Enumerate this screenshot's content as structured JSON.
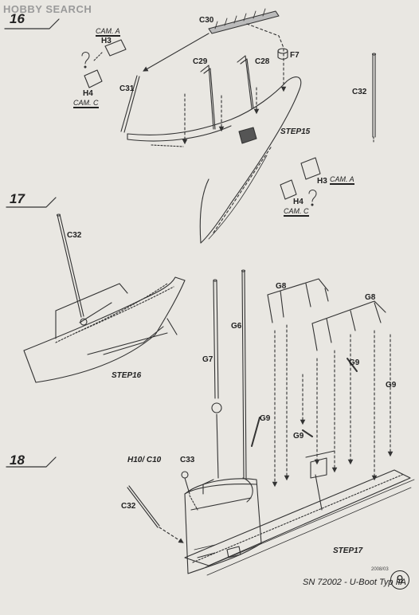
{
  "watermark": {
    "brand": "HOBBY SEARCH"
  },
  "steps": [
    {
      "number": "16"
    },
    {
      "number": "17"
    },
    {
      "number": "18"
    }
  ],
  "step16": {
    "parts": {
      "c30": "C30",
      "c29": "C29",
      "c28": "C28",
      "c31": "C31",
      "c32": "C32",
      "f7": "F7",
      "h3": "H3",
      "h4": "H4",
      "h3b": "H3",
      "h4b": "H4"
    },
    "cam_a": "CAM. A",
    "cam_c": "CAM. C",
    "cam_a2": "CAM. A",
    "cam_c2": "CAM. C",
    "ref": "STEP15"
  },
  "step17": {
    "parts": {
      "c32": "C32"
    },
    "ref": "STEP16"
  },
  "step18": {
    "parts": {
      "g8a": "G8",
      "g8b": "G8",
      "g6": "G6",
      "g7": "G7",
      "g9a": "G9",
      "g9b": "G9",
      "g9c": "G9",
      "g9d": "G9",
      "h10c10": "H10/ C10",
      "c33": "C33",
      "c32": "C32"
    },
    "ref": "STEP17"
  },
  "footer": {
    "code": "SN 72002 - U-Boot Typ IIA",
    "date": "2008/03",
    "page": "9"
  },
  "icons": [
    "question-icon",
    "arrow-icon"
  ]
}
